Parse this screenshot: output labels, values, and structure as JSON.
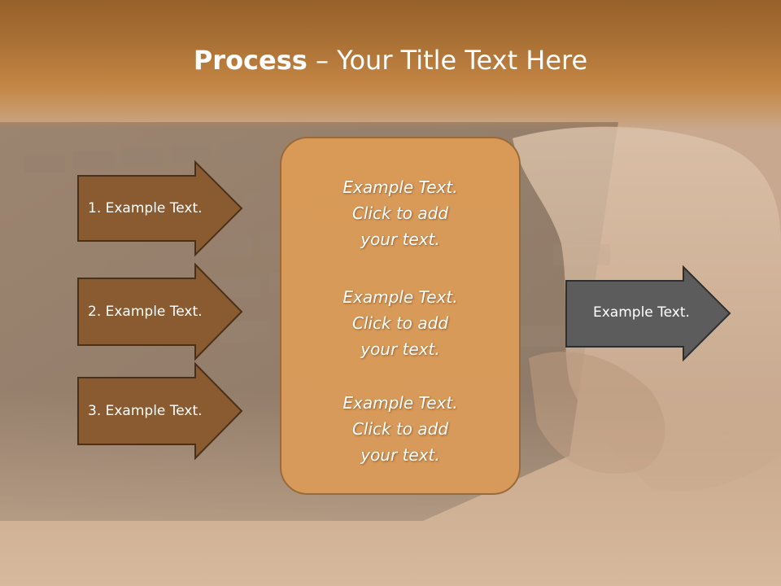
{
  "slide": {
    "title_bold": "Process",
    "title_rest": " – Your Title Text Here"
  },
  "left_arrows": [
    {
      "label": "1. Example Text."
    },
    {
      "label": "2. Example Text."
    },
    {
      "label": "3. Example Text."
    }
  ],
  "center_box": {
    "blocks": [
      {
        "line1": "Example Text.",
        "line2": "Click  to add",
        "line3": "your text."
      },
      {
        "line1": "Example Text.",
        "line2": "Click  to add",
        "line3": "your text."
      },
      {
        "line1": "Example Text.",
        "line2": "Click  to add",
        "line3": "your text."
      }
    ]
  },
  "right_arrow": {
    "label": "Example Text."
  },
  "colors": {
    "header": "#a86f34",
    "left_arrow_fill": "#8a5a30",
    "center_box_fill": "#d99a58",
    "right_arrow_fill": "#5c5c5c"
  }
}
